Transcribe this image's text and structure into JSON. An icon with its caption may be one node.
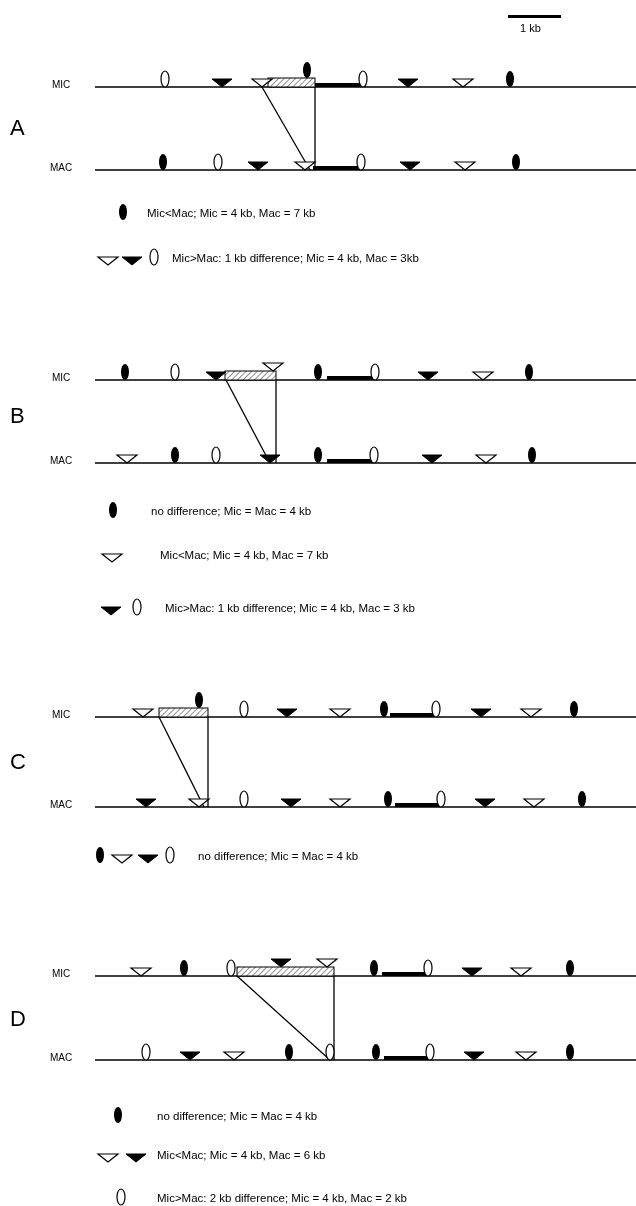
{
  "diagram": {
    "labels": [
      "1 kb",
      "A",
      "MIC",
      "MAC",
      "B",
      "MIC",
      "MAC",
      "C",
      "MIC",
      "MAC",
      "D",
      "MIC",
      "MAC"
    ],
    "legend": [
      {
        "text": "Mic<Mac;  Mic = 4 kb, Mac = 7 kb"
      },
      {
        "text": "Mic>Mac: 1 kb difference; Mic = 4 kb, Mac = 3kb"
      },
      {
        "text": "no difference; Mic = Mac = 4 kb"
      },
      {
        "text": "Mic<Mac;  Mic = 4 kb, Mac = 7 kb"
      },
      {
        "text": "Mic>Mac:  1 kb difference; Mic = 4 kb,  Mac = 3 kb"
      },
      {
        "text": "no difference; Mic = Mac = 4 kb"
      },
      {
        "text": "no difference;  Mic = Mac = 4 kb"
      },
      {
        "text": "Mic<Mac;  Mic = 4 kb, Mac = 6 kb"
      },
      {
        "text": "Mic>Mac:  2 kb difference;  Mic = 4 kb, Mac = 2 kb"
      }
    ]
  }
}
